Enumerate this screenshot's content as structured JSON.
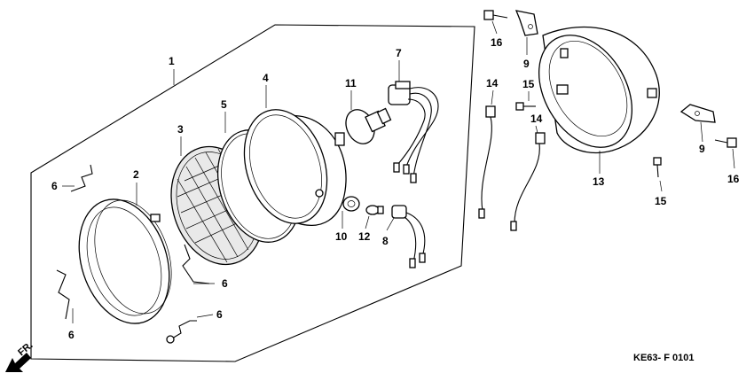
{
  "diagram": {
    "drawing_code": "KE63- F 0101",
    "direction_label": "FR.",
    "callouts": {
      "c1": "1",
      "c2": "2",
      "c3": "3",
      "c4": "4",
      "c5": "5",
      "c6a": "6",
      "c6b": "6",
      "c6c": "6",
      "c6d": "6",
      "c7": "7",
      "c8": "8",
      "c9a": "9",
      "c9b": "9",
      "c10": "10",
      "c11": "11",
      "c12": "12",
      "c13": "13",
      "c14a": "14",
      "c14b": "14",
      "c15a": "15",
      "c15b": "15",
      "c16a": "16",
      "c16b": "16"
    }
  }
}
